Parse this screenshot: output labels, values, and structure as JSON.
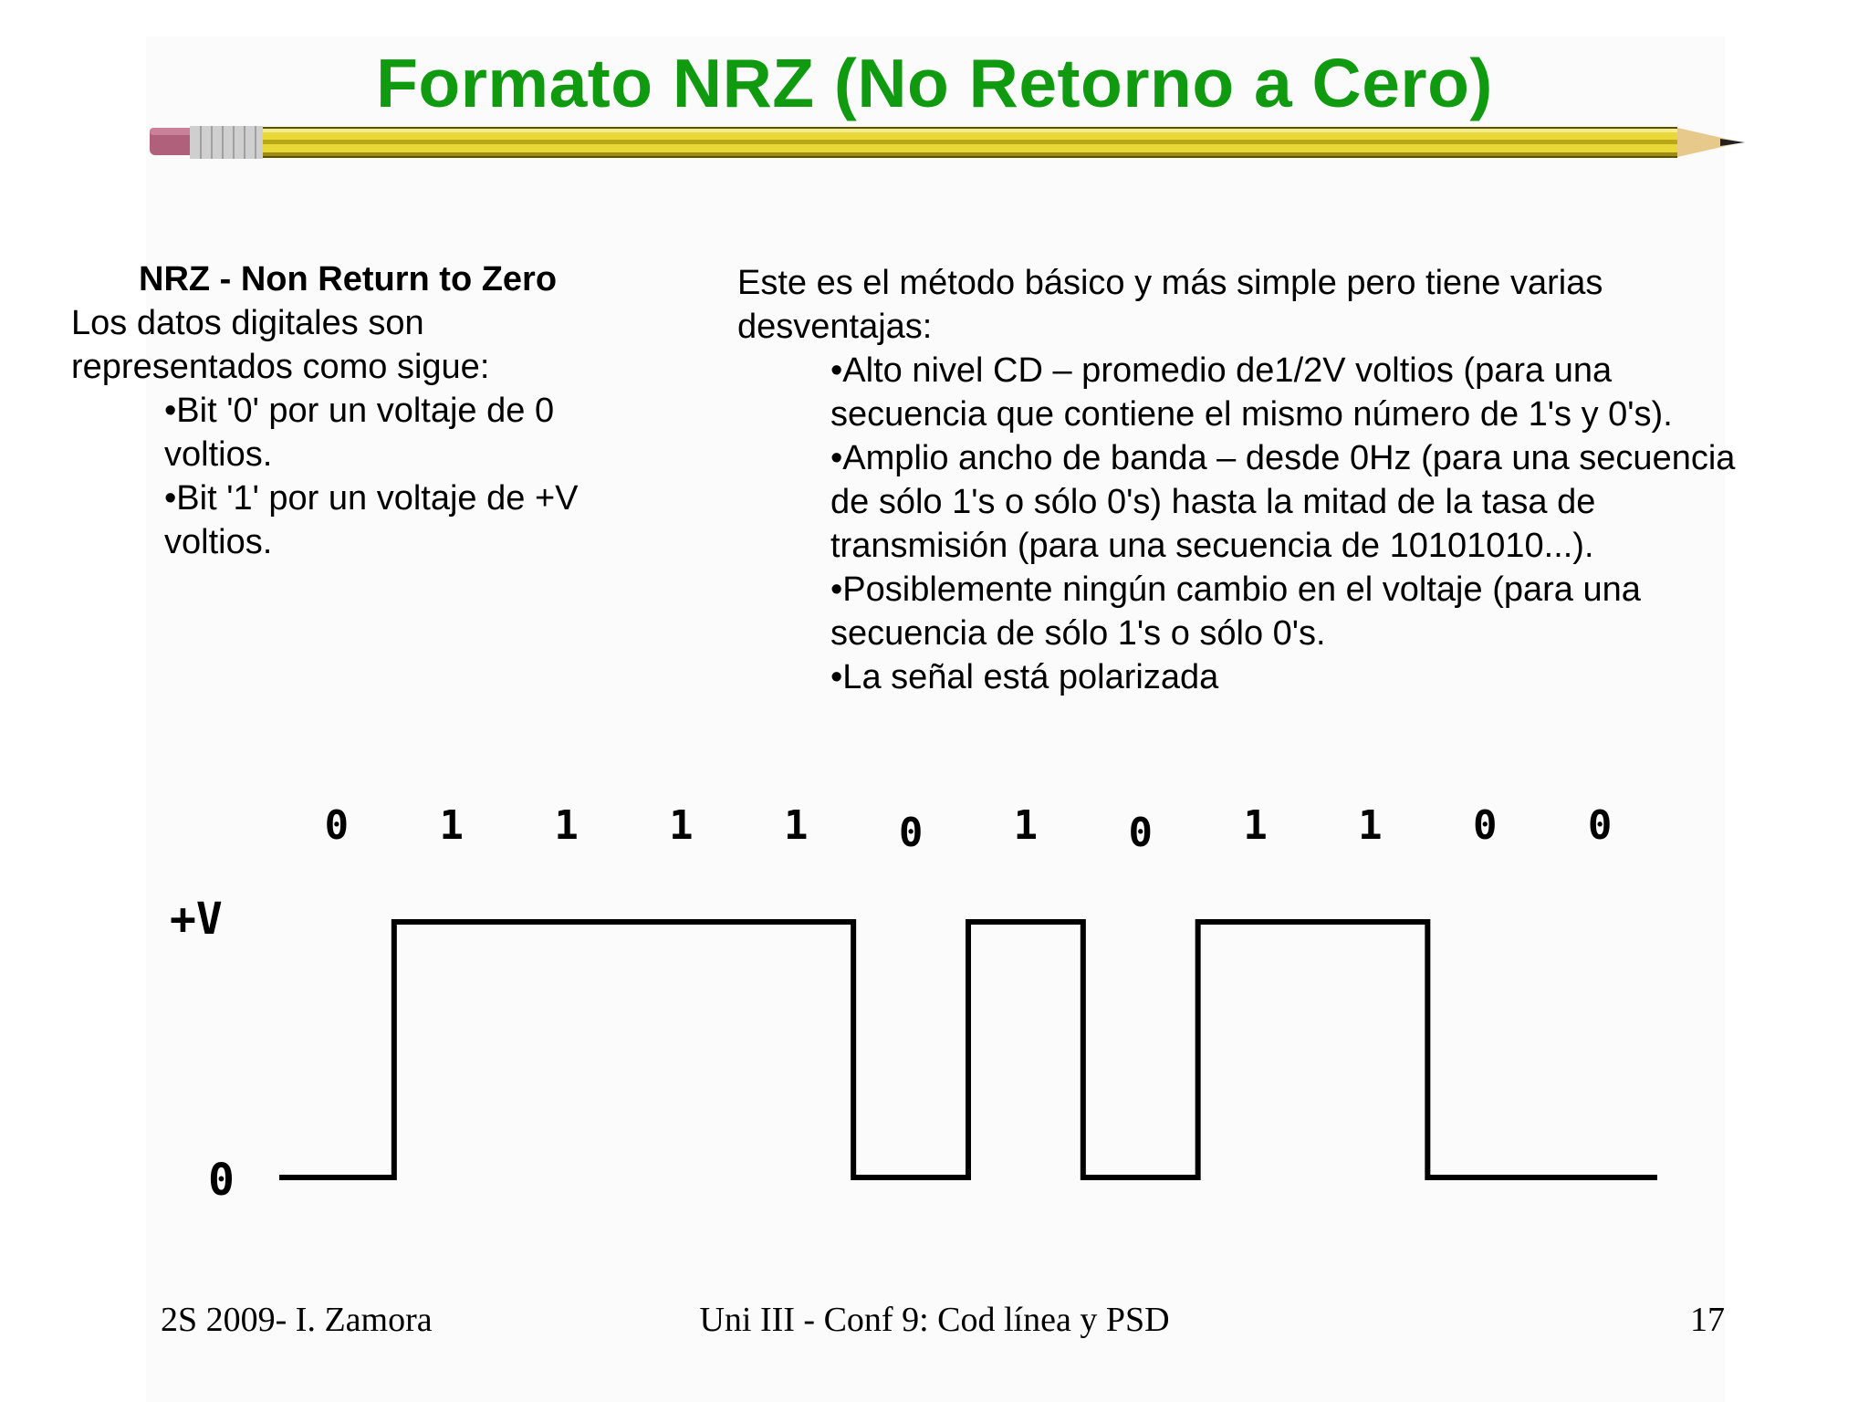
{
  "slide": {
    "title": "Formato NRZ (No Retorno a Cero)",
    "left": {
      "heading": "NRZ - Non Return to Zero",
      "intro_line1": "Los datos digitales son",
      "intro_line2": "representados  como sigue:",
      "bullet1_line1": "•Bit '0' por un voltaje de 0",
      "bullet1_line2": "voltios.",
      "bullet2_line1": "•Bit '1' por un voltaje de +V",
      "bullet2_line2": "voltios."
    },
    "right": {
      "intro_line1": "Este es el método básico y más simple pero tiene varias",
      "intro_line2": "desventajas:",
      "b1_line1": "•Alto nivel CD – promedio de1/2V voltios (para una",
      "b1_line2": "secuencia que contiene el mismo número de 1's y 0's).",
      "b2_line1": "•Amplio ancho de banda – desde 0Hz (para una secuencia",
      "b2_line2": "de sólo 1's o sólo 0's) hasta la mitad de la tasa de",
      "b2_line3": "transmisión (para una secuencia de 10101010...).",
      "b3_line1": "•Posiblemente ningún cambio en el voltaje (para una",
      "b3_line2": "secuencia de sólo 1's o sólo  0's.",
      "b4_line1": "•La señal está polarizada"
    }
  },
  "waveform": {
    "bits": [
      "0",
      "1",
      "1",
      "1",
      "1",
      "0",
      "1",
      "0",
      "1",
      "1",
      "0",
      "0"
    ],
    "high_label": "+V",
    "low_label": "0",
    "line_color": "#000000"
  },
  "footer": {
    "left": "2S 2009- I. Zamora",
    "center": "Uni III - Conf 9: Cod línea y PSD",
    "page": "17"
  },
  "colors": {
    "title": "#109a10",
    "pencil_body": "#e8d838",
    "pencil_stripe": "#b8a818",
    "eraser": "#b0607a",
    "ferrule": "#c8c8c8"
  }
}
